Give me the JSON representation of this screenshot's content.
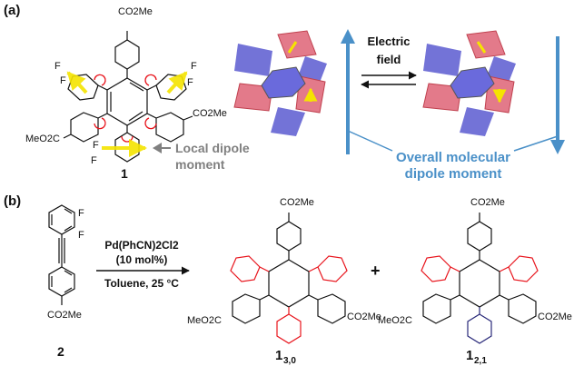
{
  "panel_a": {
    "label": "(a)",
    "molecule_number": "1",
    "ester": "CO2Me",
    "ester_left": "MeO2C",
    "fluoro": "F",
    "local_dipole": [
      "Local dipole",
      "moment"
    ],
    "electric_field": [
      "Electric",
      "field"
    ],
    "overall_dipole": [
      "Overall molecular",
      "dipole moment"
    ]
  },
  "panel_b": {
    "label": "(b)",
    "reactant_number": "2",
    "catalyst": "Pd(PhCN)2Cl2",
    "loading": "(10 mol%)",
    "conditions": "Toluene, 25 °C",
    "plus": "+",
    "product_1_base": "1",
    "product_1_sub": "3,0",
    "product_2_base": "1",
    "product_2_sub": "2,1"
  },
  "colors": {
    "red": "#e8141c",
    "blue_dipole": "#4a90c8",
    "grey_text": "#808080",
    "navy": "#2a2a7a",
    "yellow": "#f5e400"
  }
}
